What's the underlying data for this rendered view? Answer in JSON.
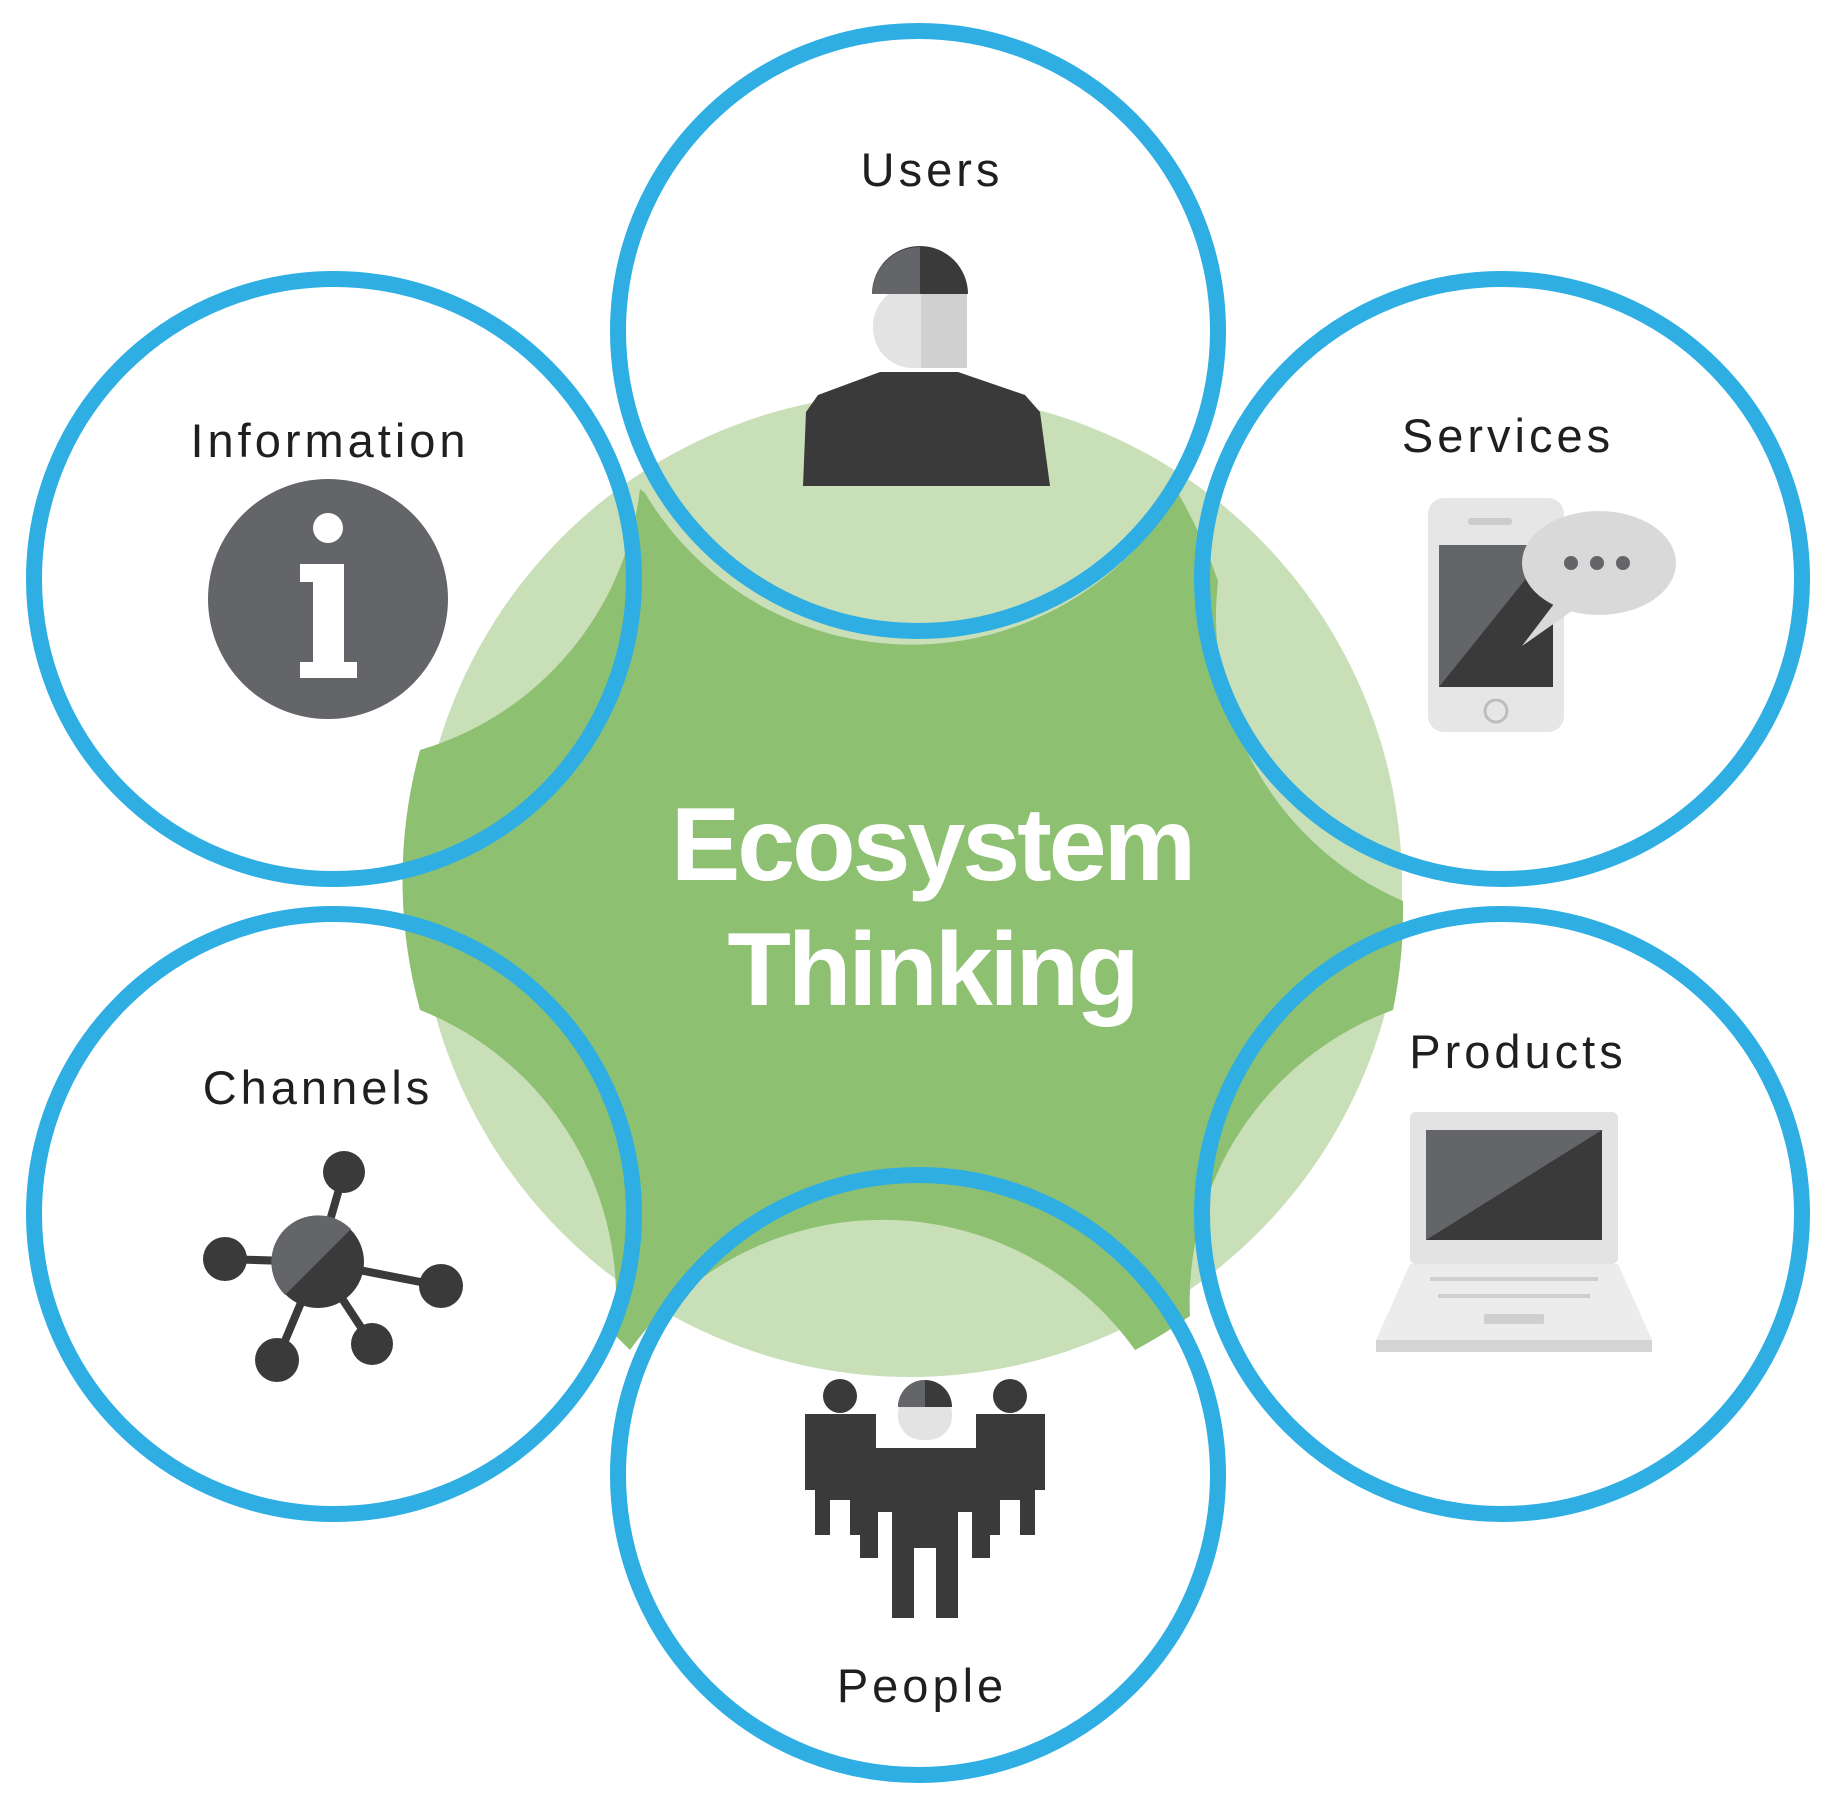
{
  "center": {
    "title_line1": "Ecosystem",
    "title_line2": "Thinking"
  },
  "nodes": [
    {
      "id": "users",
      "label": "Users",
      "icon": "user-icon"
    },
    {
      "id": "services",
      "label": "Services",
      "icon": "phone-chat-icon"
    },
    {
      "id": "products",
      "label": "Products",
      "icon": "laptop-icon"
    },
    {
      "id": "people",
      "label": "People",
      "icon": "people-group-icon"
    },
    {
      "id": "channels",
      "label": "Channels",
      "icon": "network-icon"
    },
    {
      "id": "information",
      "label": "Information",
      "icon": "info-icon"
    }
  ],
  "colors": {
    "ring": "#2eaee3",
    "center_light": "#c8dfb8",
    "center_dark": "#8dc071",
    "icon_dark": "#3a3a3a",
    "icon_mid": "#646569",
    "icon_light": "#d9d9d9"
  }
}
